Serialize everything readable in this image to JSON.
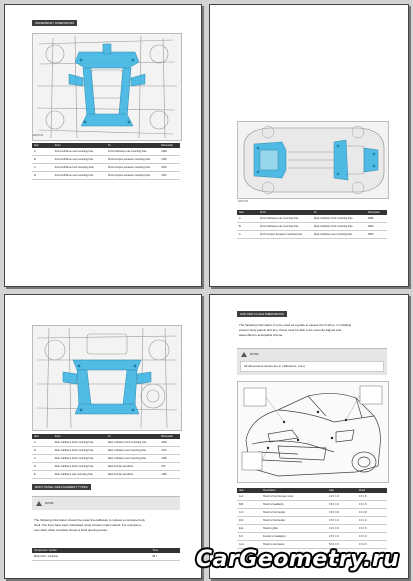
{
  "pages": [
    {
      "header": "UNDERBODY DIMENSIONS",
      "figure_id": "E240719",
      "table": {
        "columns": [
          "Item",
          "From",
          "To",
          "Dimension"
        ],
        "rows": [
          [
            "A",
            "Front subframe rear mounting hole",
            "Front subframe rear mounting hole",
            "1082"
          ],
          [
            "B",
            "Front subframe rear mounting hole",
            "Front bumper armature mounting hole",
            "1150"
          ],
          [
            "C",
            "Front subframe front mounting hole",
            "Front bumper armature mounting hole",
            "1015"
          ],
          [
            "D",
            "Front subframe rear mounting hole",
            "Front bumper armature mounting hole",
            "1267"
          ]
        ]
      }
    },
    {
      "figure_id": "E240718",
      "table": {
        "columns": [
          "Item",
          "From",
          "To",
          "Dimension"
        ],
        "rows": [
          [
            "A",
            "Front subframe rear mounting hole",
            "Rear subframe front mounting hole",
            "2680"
          ],
          [
            "B",
            "Front subframe rear mounting hole",
            "Rear subframe front mounting hole",
            "2822"
          ],
          [
            "C",
            "Front bumper armature mounting hole",
            "Rear subframe rear mounting hole",
            "3876"
          ]
        ]
      }
    },
    {
      "table": {
        "columns": [
          "Item",
          "From",
          "To",
          "Dimension"
        ],
        "rows": [
          [
            "A",
            "Rear subframe front mounting hole",
            "Rear subframe front mounting hole",
            "1084"
          ],
          [
            "B",
            "Rear subframe front mounting hole",
            "Rear subframe rear mounting hole",
            "1175"
          ],
          [
            "C",
            "Rear subframe front mounting hole",
            "Rear subframe rear mounting hole",
            "1190"
          ],
          [
            "D",
            "Rear subframe front mounting hole",
            "Rear bumper armature",
            "970"
          ],
          [
            "E",
            "Rear subframe rear mounting hole",
            "Rear bumper armature",
            "1183"
          ]
        ]
      },
      "header": "BODY PANEL REPLACEMENT TYPES",
      "note_label": "NOTE:",
      "paragraph": [
        "The following information shows the panel line-tablature to replace a complete body",
        "shell. The lines have been calculated using a basic model variant. For example a",
        "new shell, white complete shows a shell opening panel."
      ],
      "footer_table": {
        "columns": [
          "Component / section",
          "Time"
        ],
        "rows": [
          [
            "Body shell - complete",
            "58.7"
          ]
        ]
      }
    },
    {
      "header": "GAP AND FLUSH DIMENSIONS",
      "paragraph": [
        "The following information is to be used as a guide to assess the fit when, in installing",
        "exterior body panels and trim. Panel must be able to be correctly aligned and",
        "assembled to acceptable criteria."
      ],
      "note_label": "NOTE:",
      "note_text": "All dimensions shown are in millimeters. (mm)",
      "table": {
        "columns": [
          "Item",
          "Description",
          "Gap",
          "Flush"
        ],
        "rows": [
          [
            "A-A",
            "Hood to front bumper cover",
            "4.0 ± 1.5",
            "0 ± 1.5"
          ],
          [
            "B-B",
            "Hood to headlamp",
            "3.5 ± 1.0",
            "0 ± 1.5"
          ],
          [
            "C-C",
            "Hood to front fender",
            "3.5 ± 0.8",
            "0 ± 0.8"
          ],
          [
            "D-D",
            "Hood to front fender",
            "3.5 ± 1.0",
            "0 ± 1.0"
          ],
          [
            "E-E",
            "Hood to grille",
            "4.0 ± 1.5",
            "0 ± 1.5"
          ],
          [
            "F-F",
            "Fender to headlamp",
            "2.5 ± 1.0",
            "0 ± 1.0"
          ],
          [
            "G-G",
            "Hood to cowl panel",
            "5.5 ± 1.5",
            "0 ± 2.0"
          ]
        ]
      }
    }
  ],
  "watermark": "CarGeometry.ru",
  "colors": {
    "highlight": "#3fb6e3",
    "header": "#3d3d3d"
  }
}
